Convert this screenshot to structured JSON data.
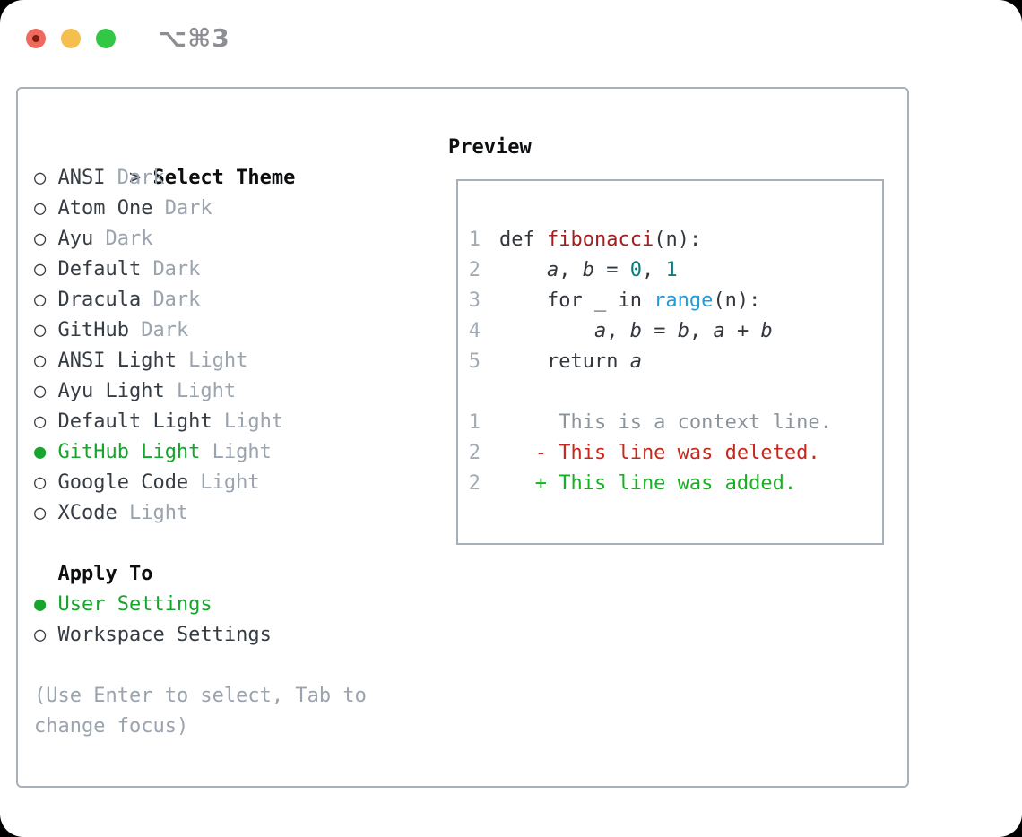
{
  "titlebar": {
    "shortcut": "⌥⌘3",
    "traffic_lights": [
      {
        "name": "close",
        "color": "#ee6a5e",
        "dot": "#851a10"
      },
      {
        "name": "minimize",
        "color": "#f5bf4f"
      },
      {
        "name": "zoom",
        "color": "#32c745"
      }
    ]
  },
  "colors": {
    "text": "#363c43",
    "heading": "#0c0e10",
    "muted": "#9aa3ae",
    "accent_green": "#16a52c",
    "border": "#a8b0ba",
    "line_number": "#a2abb5",
    "shortcut_gray": "#8d8e93",
    "code_text": "#31373d",
    "code_function_red": "#a41e1d",
    "code_number_teal": "#0d7d7c",
    "code_call_blue": "#1f9cd9",
    "diff_context_gray": "#8b939b",
    "diff_deleted_red": "#c8281c",
    "diff_added_green": "#12b31f"
  },
  "theme_panel": {
    "prompt": ">",
    "title": "Select Theme",
    "items": [
      {
        "name": "ANSI",
        "tag": "Dark",
        "selected": false
      },
      {
        "name": "Atom One",
        "tag": "Dark",
        "selected": false
      },
      {
        "name": "Ayu",
        "tag": "Dark",
        "selected": false
      },
      {
        "name": "Default",
        "tag": "Dark",
        "selected": false
      },
      {
        "name": "Dracula",
        "tag": "Dark",
        "selected": false
      },
      {
        "name": "GitHub",
        "tag": "Dark",
        "selected": false
      },
      {
        "name": "ANSI Light",
        "tag": "Light",
        "selected": false
      },
      {
        "name": "Ayu Light",
        "tag": "Light",
        "selected": false
      },
      {
        "name": "Default Light",
        "tag": "Light",
        "selected": false
      },
      {
        "name": "GitHub Light",
        "tag": "Light",
        "selected": true
      },
      {
        "name": "Google Code",
        "tag": "Light",
        "selected": false
      },
      {
        "name": "XCode",
        "tag": "Light",
        "selected": false
      }
    ],
    "apply_to": {
      "title": "Apply To",
      "options": [
        {
          "label": "User Settings",
          "selected": true
        },
        {
          "label": "Workspace Settings",
          "selected": false
        }
      ]
    },
    "help_lines": [
      "(Use Enter to select, Tab to",
      "change focus)"
    ]
  },
  "preview_panel": {
    "title": "Preview",
    "lines": [
      {
        "num": "1",
        "segs": [
          {
            "t": "def ",
            "c": "code_text"
          },
          {
            "t": "fibonacci",
            "c": "code_function_red"
          },
          {
            "t": "(n):",
            "c": "code_text"
          }
        ]
      },
      {
        "num": "2",
        "segs": [
          {
            "t": "    ",
            "c": "code_text"
          },
          {
            "t": "a",
            "c": "code_text",
            "i": true
          },
          {
            "t": ", ",
            "c": "code_text"
          },
          {
            "t": "b",
            "c": "code_text",
            "i": true
          },
          {
            "t": " = ",
            "c": "code_text"
          },
          {
            "t": "0",
            "c": "code_number_teal"
          },
          {
            "t": ", ",
            "c": "code_text"
          },
          {
            "t": "1",
            "c": "code_number_teal"
          }
        ]
      },
      {
        "num": "3",
        "segs": [
          {
            "t": "    for _ in ",
            "c": "code_text"
          },
          {
            "t": "range",
            "c": "code_call_blue"
          },
          {
            "t": "(n):",
            "c": "code_text"
          }
        ]
      },
      {
        "num": "4",
        "segs": [
          {
            "t": "        ",
            "c": "code_text"
          },
          {
            "t": "a",
            "c": "code_text",
            "i": true
          },
          {
            "t": ", ",
            "c": "code_text"
          },
          {
            "t": "b",
            "c": "code_text",
            "i": true
          },
          {
            "t": " = ",
            "c": "code_text"
          },
          {
            "t": "b",
            "c": "code_text",
            "i": true
          },
          {
            "t": ", ",
            "c": "code_text"
          },
          {
            "t": "a",
            "c": "code_text",
            "i": true
          },
          {
            "t": " + ",
            "c": "code_text"
          },
          {
            "t": "b",
            "c": "code_text",
            "i": true
          }
        ]
      },
      {
        "num": "5",
        "segs": [
          {
            "t": "    return ",
            "c": "code_text"
          },
          {
            "t": "a",
            "c": "code_text",
            "i": true
          }
        ]
      },
      {
        "num": "",
        "segs": []
      },
      {
        "num": "1",
        "segs": [
          {
            "t": "     This is a context line.",
            "c": "diff_context_gray"
          }
        ]
      },
      {
        "num": "2",
        "segs": [
          {
            "t": "   - This line was deleted.",
            "c": "diff_deleted_red"
          }
        ]
      },
      {
        "num": "2",
        "segs": [
          {
            "t": "   + This line was added.",
            "c": "diff_added_green"
          }
        ]
      }
    ]
  }
}
